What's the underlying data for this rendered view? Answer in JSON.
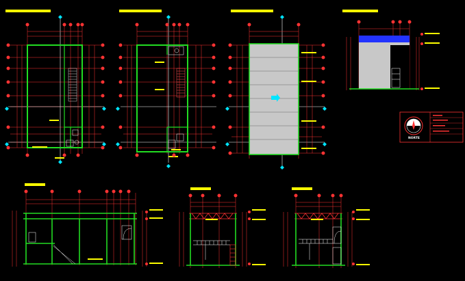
{
  "drawing": {
    "background": "#000000",
    "colors": {
      "wall": "#22dd22",
      "axis_line": "#ffffff",
      "grid_line": "#ff3333",
      "grid_bubble": "#ff3333",
      "dim_line": "#ff3333",
      "title_bar": "#ffff00",
      "section_axis": "#00ccff",
      "fill_gray": "#c8c8c8",
      "cyan_marker": "#00e5ff",
      "blue_beam": "#2233ff",
      "detail": "#ffffff",
      "title_block_frame": "#ff3333"
    },
    "views": [
      {
        "id": "plan-1",
        "kind": "floor-plan",
        "has_stair": true
      },
      {
        "id": "plan-2",
        "kind": "floor-plan",
        "has_stair": true
      },
      {
        "id": "roof-plan",
        "kind": "roof-plan",
        "roof_panels": 8
      },
      {
        "id": "facade",
        "kind": "elevation"
      },
      {
        "id": "section-long",
        "kind": "section"
      },
      {
        "id": "section-a",
        "kind": "cross-section"
      },
      {
        "id": "section-b",
        "kind": "cross-section"
      }
    ],
    "title_block": {
      "logo_label": "NORTE",
      "logo_icon": "compass-rose-icon"
    }
  }
}
